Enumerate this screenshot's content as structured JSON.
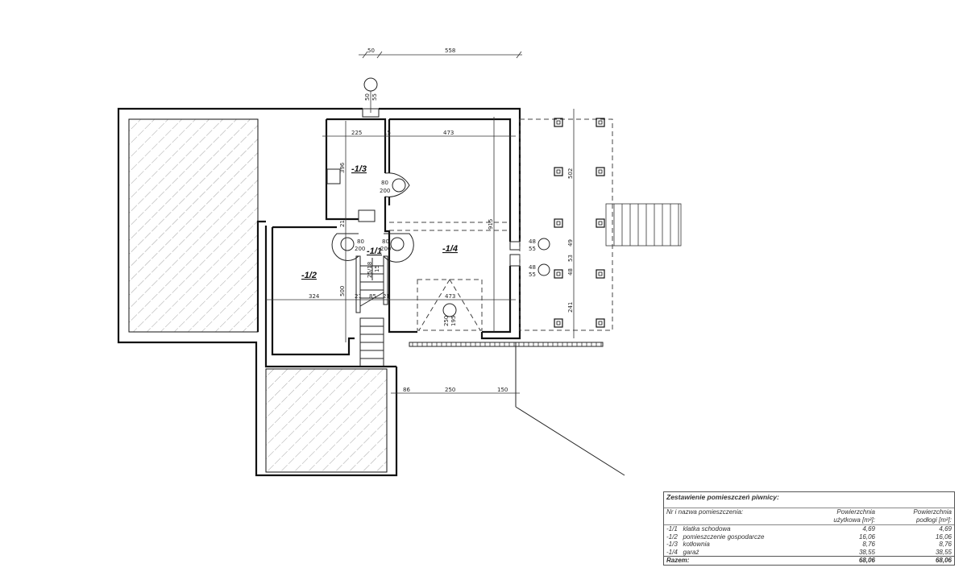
{
  "drawing": {
    "rooms": {
      "r11": "-1/1",
      "r12": "-1/2",
      "r13": "-1/3",
      "r14": "-1/4"
    },
    "dims": {
      "top_50": "50",
      "top_558": "558",
      "chimney_50": "50",
      "chimney_55": "55",
      "d225": "225",
      "d15": "15",
      "d473a": "473",
      "d396": "396",
      "door_w1": "80",
      "door_h1": "200",
      "door_w2": "80",
      "door_h2": "200",
      "door_w3": "80",
      "door_h3": "200",
      "d324": "324",
      "d500": "500",
      "d85": "85",
      "d473b": "473",
      "d915": "915",
      "d250": "250",
      "d195": "195",
      "win1_w": "48",
      "win1_h": "55",
      "win2_w": "48",
      "win2_h": "55",
      "d502": "502",
      "d49": "49",
      "d53": "53",
      "d48": "48",
      "d241": "241",
      "b86": "86",
      "b250": "250",
      "b150": "150",
      "s21a": "21",
      "s21b": "21",
      "s21c": "21",
      "s2518": "25/18",
      "s15": "15"
    }
  },
  "table": {
    "title": "Zestawienie pomieszczeń piwnicy:",
    "col_name": "Nr i nazwa pomieszczenia:",
    "col_use_1": "Powierzchnia",
    "col_use_2": "użytkowa [m²]:",
    "col_floor_1": "Powierzchnia",
    "col_floor_2": "podłogi [m²]:",
    "rows": [
      {
        "no": "-1/1",
        "name": "klatka schodowa",
        "use": "4,69",
        "floor": "4,69"
      },
      {
        "no": "-1/2",
        "name": "pomieszczenie gospodarcze",
        "use": "16,06",
        "floor": "16,06"
      },
      {
        "no": "-1/3",
        "name": "kotłownia",
        "use": "8,76",
        "floor": "8,76"
      },
      {
        "no": "-1/4",
        "name": "garaż",
        "use": "38,55",
        "floor": "38,55"
      }
    ],
    "total_label": "Razem:",
    "total_use": "68,06",
    "total_floor": "68,06"
  }
}
